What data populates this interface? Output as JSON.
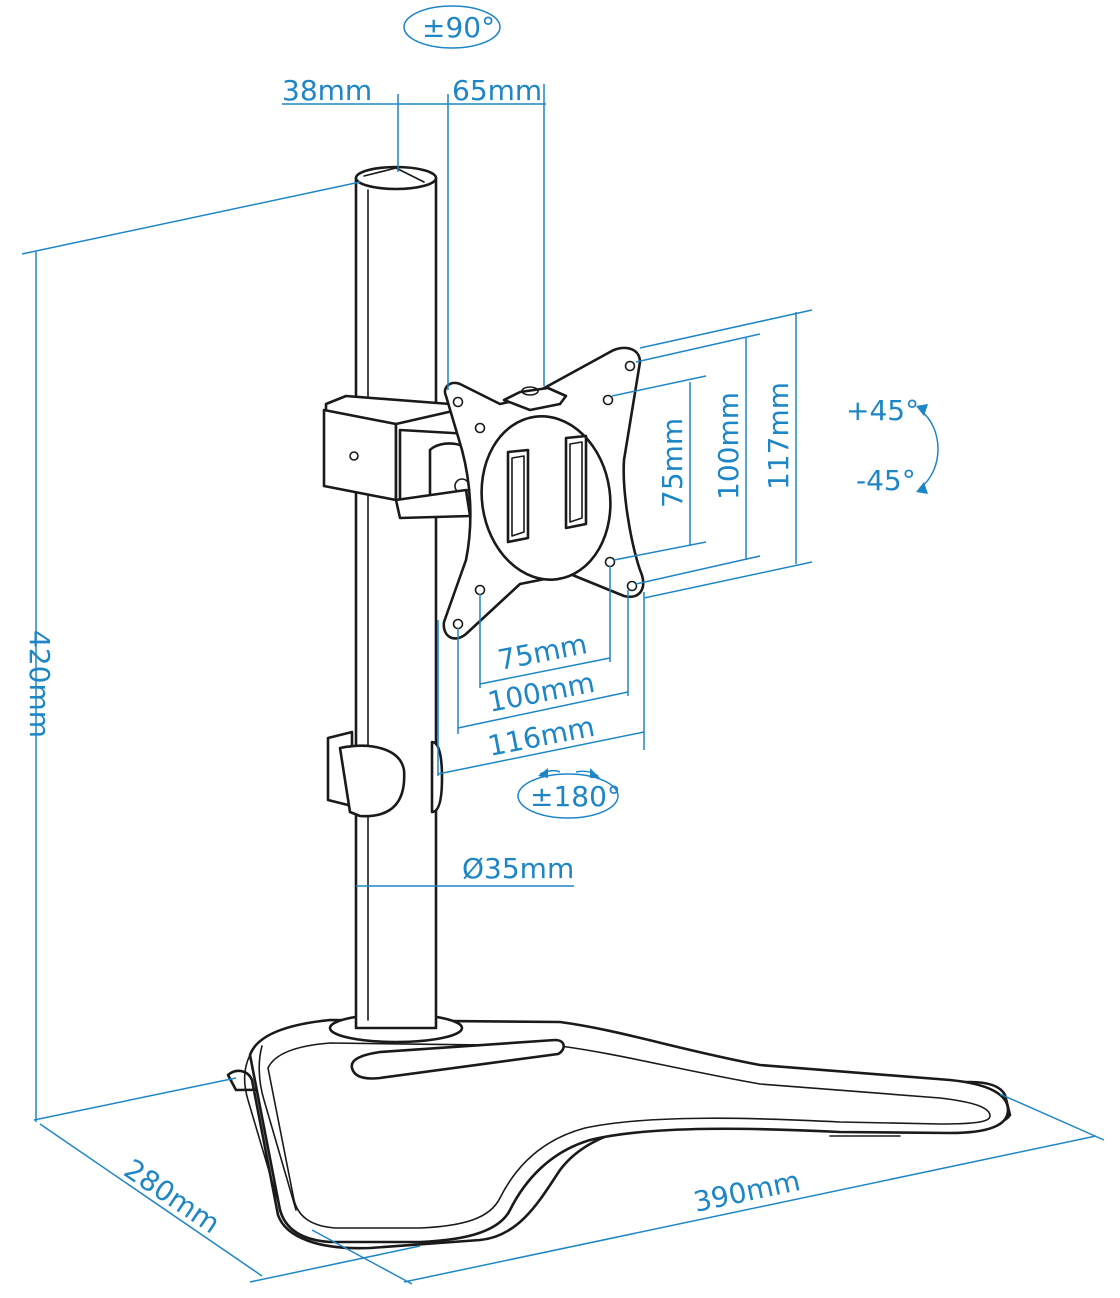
{
  "colors": {
    "dimension_line": "#1f86c6",
    "drawing_stroke": "#1a1a1a",
    "background": "#ffffff"
  },
  "labels": {
    "swivel": "±90°",
    "offset_left": "38mm",
    "offset_right": "65mm",
    "tilt_up": "+45°",
    "tilt_down": "-45°",
    "vesa_v_75": "75mm",
    "vesa_v_100": "100mm",
    "plate_height": "117mm",
    "vesa_h_75": "75mm",
    "vesa_h_100": "100mm",
    "plate_width": "116mm",
    "rotation": "±180°",
    "pole_diameter": "Ø35mm",
    "total_height": "420mm",
    "base_depth": "280mm",
    "base_width": "390mm"
  }
}
